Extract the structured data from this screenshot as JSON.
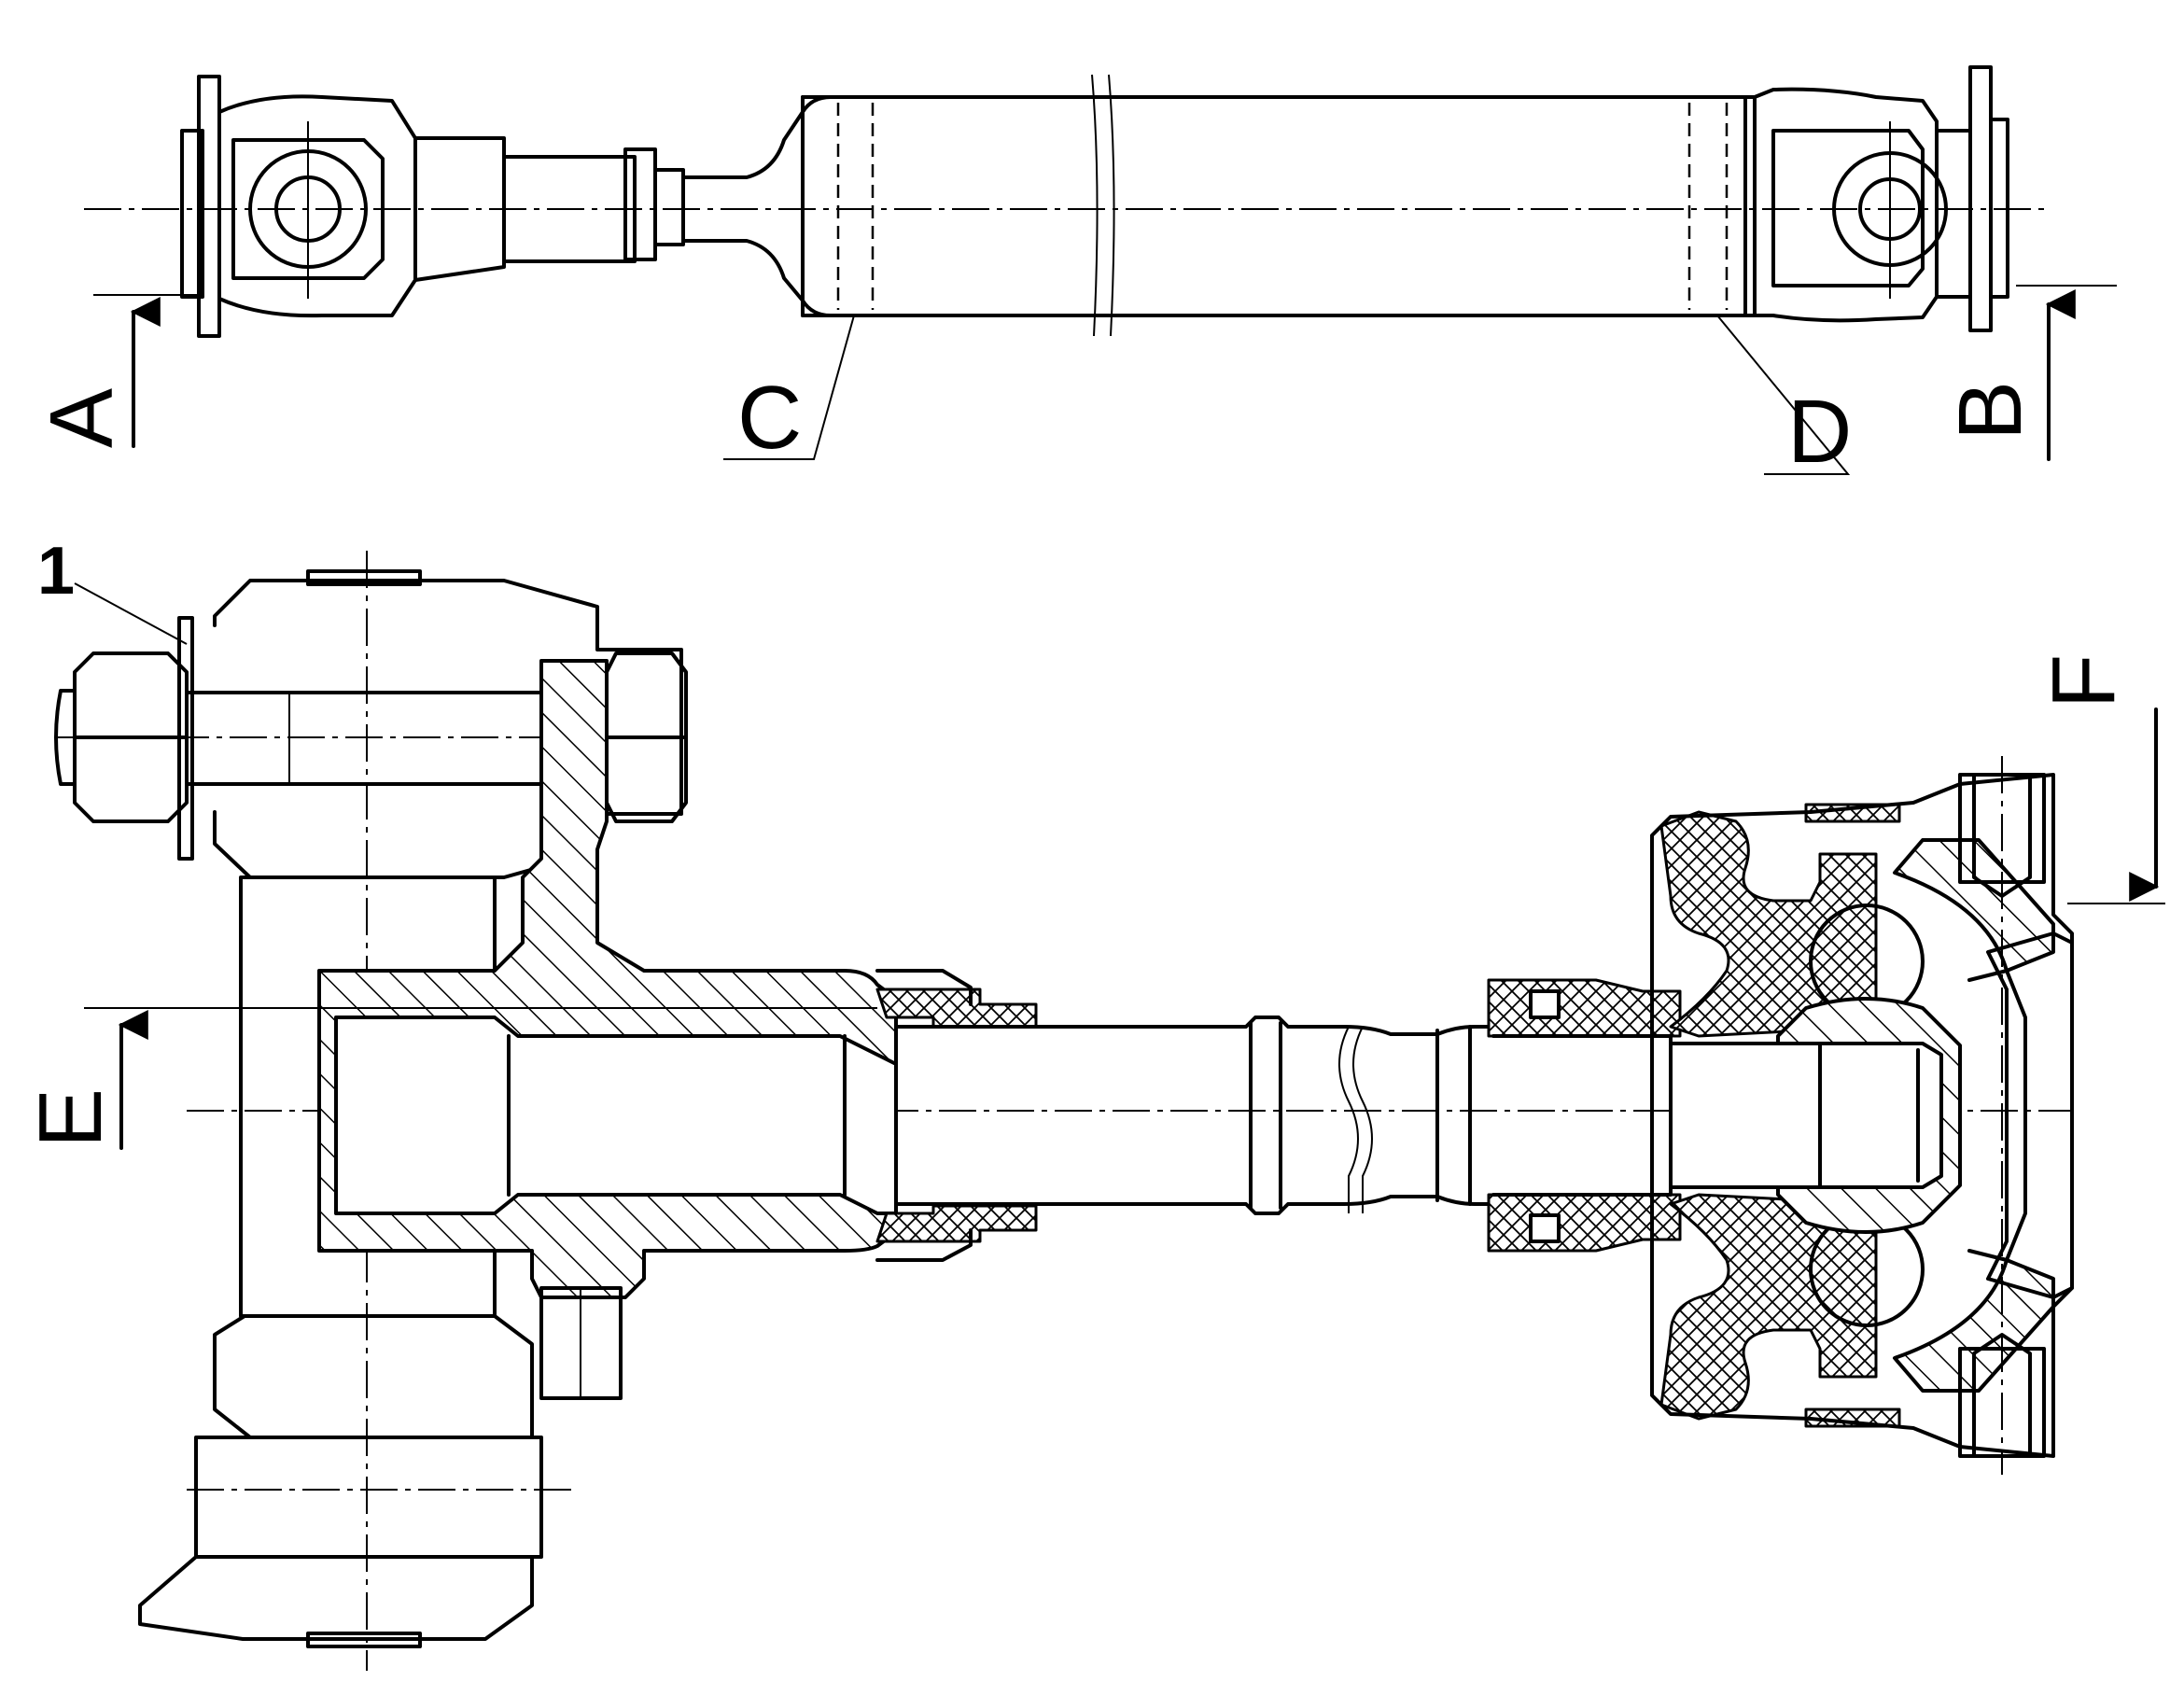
{
  "labels": {
    "a": "A",
    "b": "B",
    "c": "C",
    "d": "D",
    "e": "E",
    "f": "F",
    "callout_1": "1"
  }
}
